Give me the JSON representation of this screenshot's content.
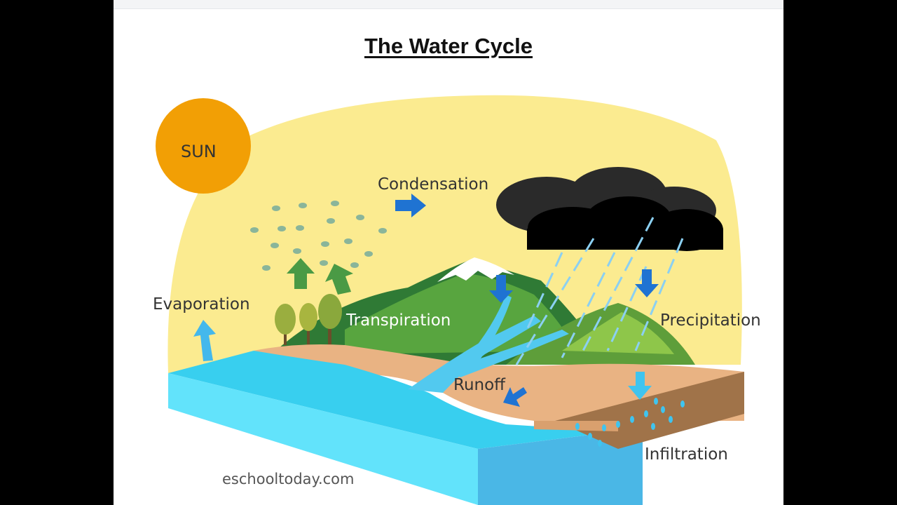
{
  "title": "The Water Cycle",
  "labels": {
    "sun": "SUN",
    "condensation": "Condensation",
    "evaporation": "Evaporation",
    "transpiration": "Transpiration",
    "precipitation": "Precipitation",
    "runoff": "Runoff",
    "infiltration": "Infiltration"
  },
  "credit": "eschooltoday.com",
  "colors": {
    "sky": "#fbeb90",
    "sun": "#f29f05",
    "water": "#3ad0f0",
    "cloud": "#2a2a2a",
    "ground": "#e9b383",
    "arrow_blue": "#1f73d2",
    "arrow_green": "#4a9a45"
  }
}
